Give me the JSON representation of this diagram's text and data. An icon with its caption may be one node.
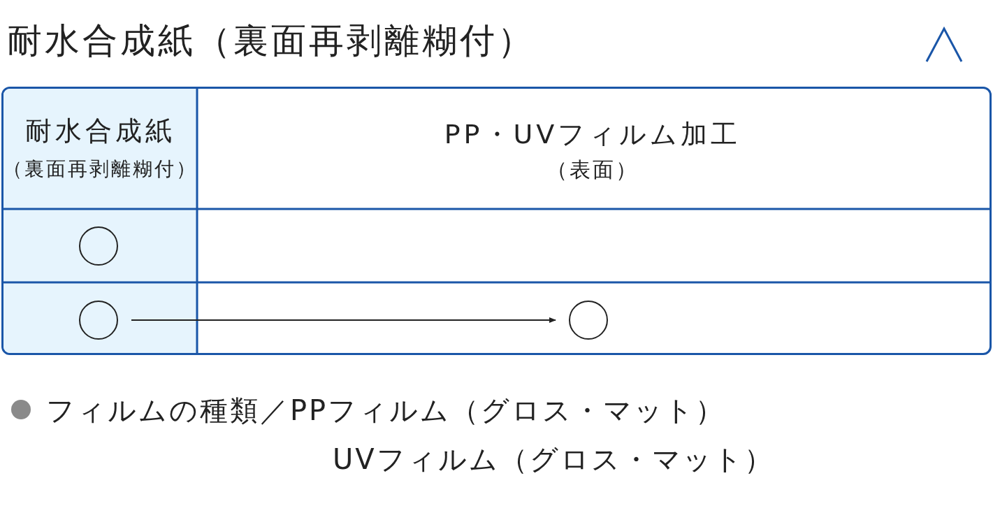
{
  "diagram": {
    "title": "耐水合成紙（裏面再剥離糊付）",
    "nodes": [
      {
        "text": [],
        "shape": "circle"
      },
      {
        "text": [],
        "shape": "circle"
      },
      {
        "text": [],
        "shape": "circle"
      }
    ],
    "edges": [
      {
        "from": 1,
        "to": 2,
        "arrow": "to"
      }
    ],
    "labels": [
      "耐水合成紙",
      "（裏面再剥離糊付）",
      "PP・UVフィルム加工",
      "（表面）",
      "フィルムの種類／PPフィルム（グロス・マット）",
      "UVフィルム（グロス・マット）"
    ]
  }
}
